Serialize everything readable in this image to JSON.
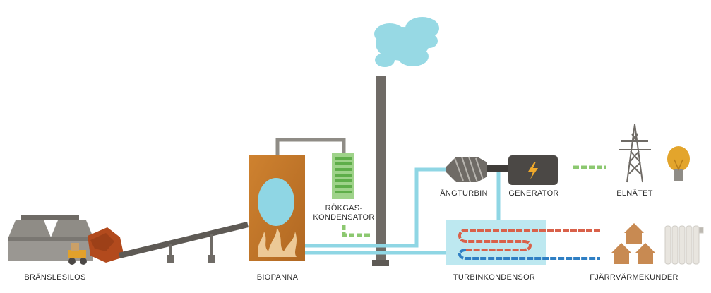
{
  "labels": {
    "silos": "BRÄNSLESILOS",
    "boiler": "BIOPANNA",
    "flue_condenser_line1": "RÖKGAS-",
    "flue_condenser_line2": "KONDENSATOR",
    "steam_turbine": "ÅNGTURBIN",
    "generator": "GENERATOR",
    "grid": "ELNÄTET",
    "turbine_condenser": "TURBINKONDENSOR",
    "district_heating_customers": "FJÄRRVÄRMEKUNDER"
  },
  "colors": {
    "silo": "#8f8c86",
    "silo_dark": "#6f6b66",
    "conveyor": "#5e5a55",
    "boiler": "#c77a2a",
    "boiler_dark": "#a85f1f",
    "flame": "#f2d3a3",
    "water_steam": "#8fd6e4",
    "smoke": "#86d3e0",
    "flue_gas_green": "#8cc870",
    "hot_pipe": "#d9614a",
    "cold_pipe": "#2f7fc4",
    "house": "#c88a52",
    "bulb": "#e3a52c",
    "generator_body": "#4b4845",
    "bolt": "#f0a92a"
  },
  "icons": [
    "silo-icon",
    "wheel-loader-icon",
    "flame-icon",
    "chimney-icon",
    "smoke-cloud-icon",
    "turbine-icon",
    "lightning-icon",
    "pylon-icon",
    "lightbulb-icon",
    "house-icon",
    "radiator-icon"
  ]
}
